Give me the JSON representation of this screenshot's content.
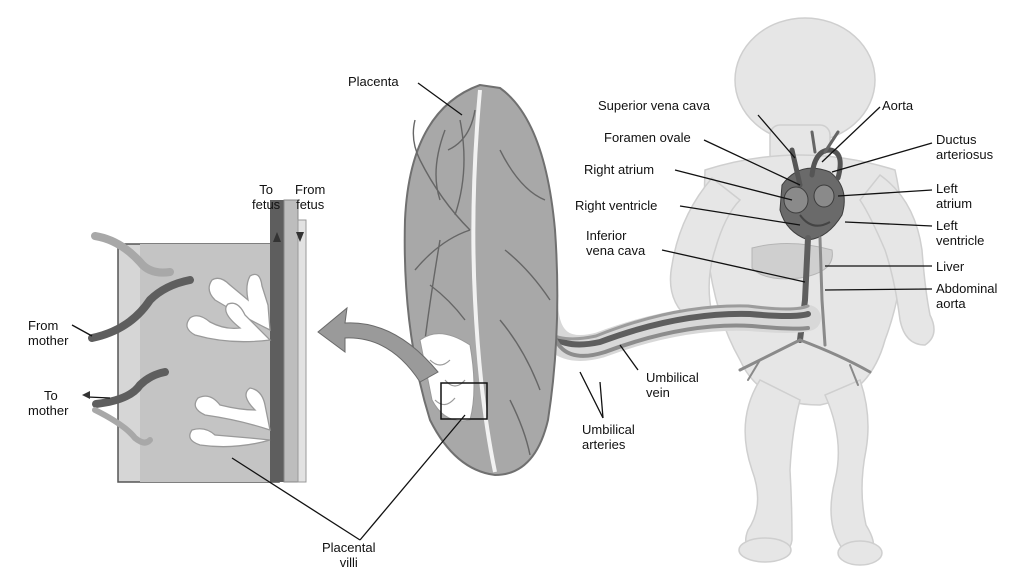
{
  "labels": {
    "placenta": "Placenta",
    "superior_vena_cava": "Superior vena cava",
    "aorta": "Aorta",
    "foramen_ovale": "Foramen ovale",
    "ductus_arteriosus_1": "Ductus",
    "ductus_arteriosus_2": "arteriosus",
    "right_atrium": "Right atrium",
    "left_atrium_1": "Left",
    "left_atrium_2": "atrium",
    "right_ventricle": "Right ventricle",
    "left_ventricle_1": "Left",
    "left_ventricle_2": "ventricle",
    "inferior_vena_cava_1": "Inferior",
    "inferior_vena_cava_2": "vena cava",
    "liver": "Liver",
    "abdominal_aorta_1": "Abdominal",
    "abdominal_aorta_2": "aorta",
    "to_fetus_1": "To",
    "to_fetus_2": "fetus",
    "from_fetus_1": "From",
    "from_fetus_2": "fetus",
    "from_mother_1": "From",
    "from_mother_2": "mother",
    "to_mother_1": "To",
    "to_mother_2": "mother",
    "umbilical_vein_1": "Umbilical",
    "umbilical_vein_2": "vein",
    "umbilical_arteries_1": "Umbilical",
    "umbilical_arteries_2": "arteries",
    "placental_villi_1": "Placental",
    "placental_villi_2": "villi"
  },
  "colors": {
    "body_fill": "#e6e6e6",
    "body_outline": "#c9c9c9",
    "placenta_fill": "#a8a8a8",
    "placenta_dark": "#6f6f6f",
    "vessel_dark": "#5e5e5e",
    "vessel_light": "#bcbcbc",
    "leader_line": "#111111"
  }
}
